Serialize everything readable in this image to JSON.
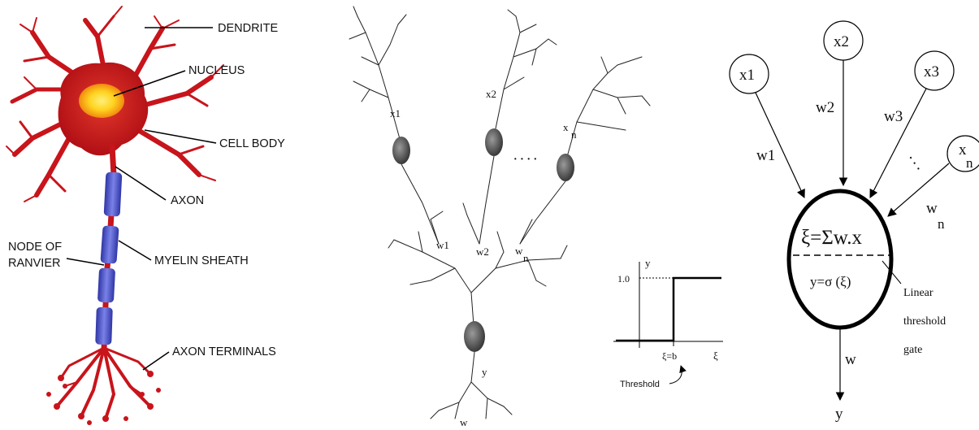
{
  "biological_neuron": {
    "labels": {
      "dendrite": "DENDRITE",
      "nucleus": "NUCLEUS",
      "cell_body": "CELL BODY",
      "axon": "AXON",
      "node_of_ranvier_line1": "NODE OF",
      "node_of_ranvier_line2": "RANVIER",
      "myelin_sheath": "MYELIN SHEATH",
      "axon_terminals": "AXON TERMINALS"
    },
    "colors": {
      "neuron_red": "#c8141b",
      "nucleus_yellow": "#ffd21f",
      "myelin_blue": "#4d55c8"
    }
  },
  "neuron_sketch": {
    "input_labels": {
      "x1": "x1",
      "x2": "x2",
      "xn_base": "x",
      "xn_sub": "n"
    },
    "weight_labels": {
      "w1": "w1",
      "w2": "w2",
      "wn_base": "w",
      "wn_sub": "n"
    },
    "output_label": "y",
    "bottom_label": "w",
    "ellipsis": "· · · ·"
  },
  "threshold_plot": {
    "y_axis_label": "y",
    "x_axis_label": "ξ",
    "y_tick": "1.0",
    "x_tick": "ξ=b",
    "threshold_caption": "Threshold"
  },
  "perceptron": {
    "inputs": {
      "x1": "x1",
      "x2": "x2",
      "x3": "x3",
      "xn_base": "x",
      "xn_sub": "n"
    },
    "weights": {
      "w1": "w1",
      "w2": "w2",
      "w3": "w3",
      "wn_base": "w",
      "wn_sub": "n"
    },
    "sum_formula": "ξ=Σw.x",
    "activation_formula": "y=σ (ξ)",
    "gate_label": [
      "Linear",
      "threshold",
      "gate"
    ],
    "output_weight": "w",
    "output": "y",
    "ellipsis": "· · ·"
  }
}
